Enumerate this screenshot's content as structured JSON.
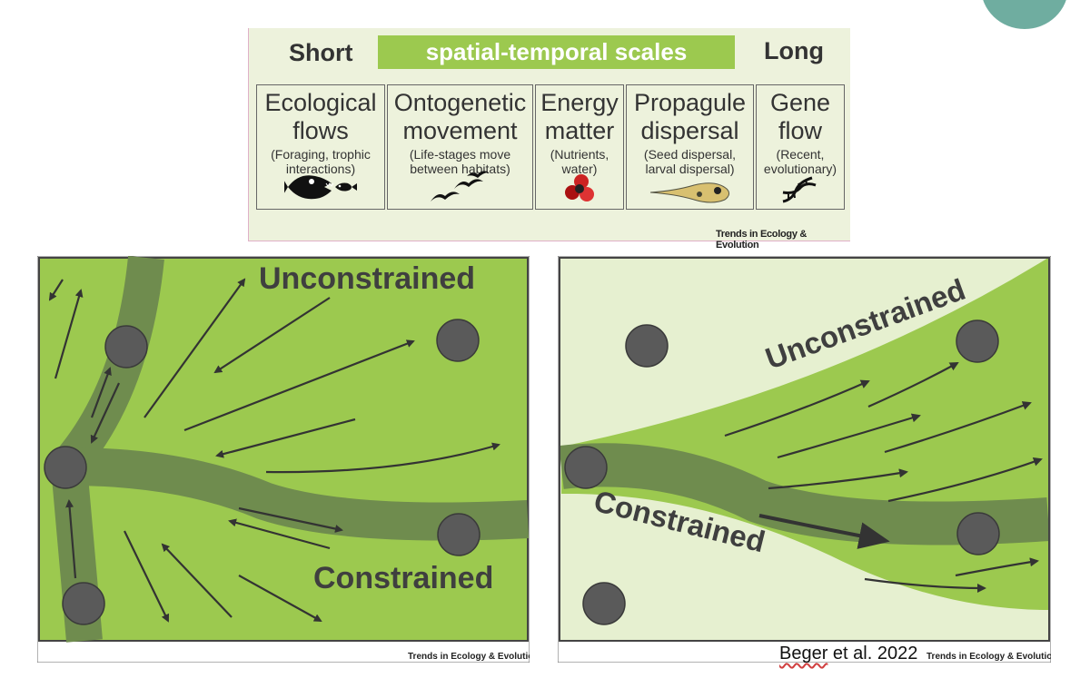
{
  "header": {
    "short_label": "Short",
    "long_label": "Long",
    "scale_label": "spatial-temporal scales"
  },
  "boxes": [
    {
      "title_1": "Ecological",
      "title_2": "flows",
      "sub_1": "(Foraging, trophic",
      "sub_2": "interactions)",
      "icon": "fish-eating-fish-icon"
    },
    {
      "title_1": "Ontogenetic",
      "title_2": "movement",
      "sub_1": "(Life-stages move",
      "sub_2": "between habitats)",
      "icon": "birds-flying-icon"
    },
    {
      "title_1": "Energy",
      "title_2": "matter",
      "sub_1": "(Nutrients,",
      "sub_2": "water)",
      "icon": "molecule-icon"
    },
    {
      "title_1": "Propagule",
      "title_2": "dispersal",
      "sub_1": "(Seed dispersal,",
      "sub_2": "larval dispersal)",
      "icon": "larva-icon"
    },
    {
      "title_1": "Gene",
      "title_2": "flow",
      "sub_1": "(Recent,",
      "sub_2": "evolutionary)",
      "icon": "dna-icon"
    }
  ],
  "credit": "Trends in Ecology & Evolution",
  "left_panel": {
    "unconstrained_label": "Unconstrained",
    "constrained_label": "Constrained",
    "credit": "Trends in Ecology & Evolution"
  },
  "right_panel": {
    "unconstrained_label": "Unconstrained",
    "constrained_label": "Constrained",
    "credit": "Trends in Ecology & Evolution"
  },
  "citation": {
    "author": "Beger",
    "rest": " et al. 2022"
  },
  "colors": {
    "light_green": "#9cc94f",
    "dark_green": "#6f8c4e",
    "pale_green": "#e6f0d0",
    "node_gray": "#5a5a5a",
    "accent_teal": "#6fada0"
  }
}
